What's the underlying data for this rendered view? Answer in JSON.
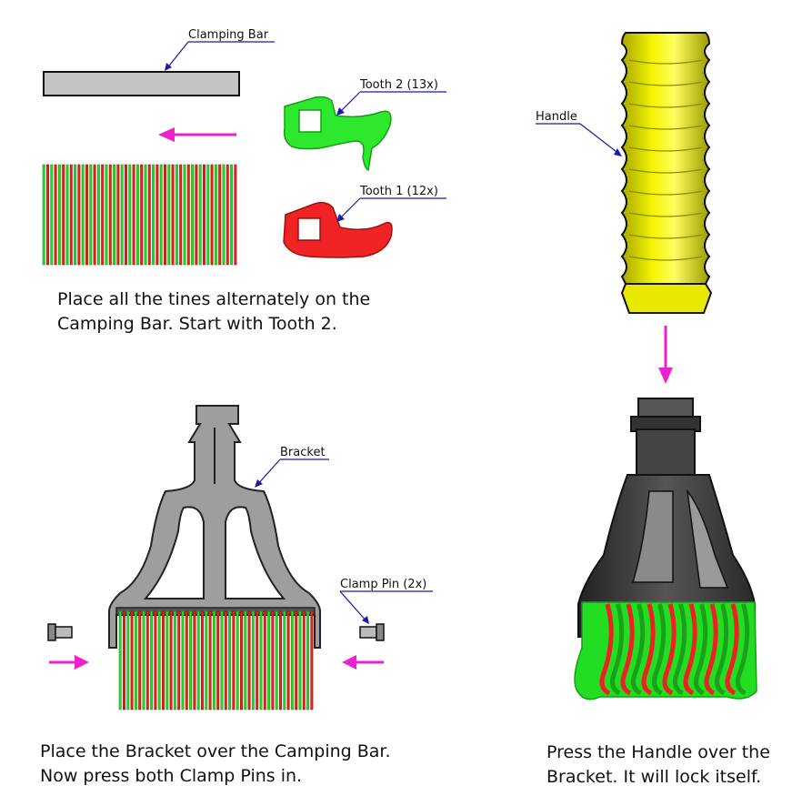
{
  "labels": {
    "clamping_bar": "Clamping Bar",
    "tooth2": "Tooth 2 (13x)",
    "tooth1": "Tooth 1 (12x)",
    "handle": "Handle",
    "bracket": "Bracket",
    "clamp_pin": "Clamp Pin (2x)"
  },
  "steps": [
    {
      "lines": [
        "Place all the tines alternately on the",
        "Camping Bar. Start with Tooth 2."
      ]
    },
    {
      "lines": [
        "Place the Bracket over the Camping Bar.",
        "Now press both Clamp Pins in."
      ]
    },
    {
      "lines": [
        "Press the Handle over the",
        "Bracket. It will lock itself."
      ]
    }
  ],
  "colors": {
    "tooth1": "#ee2020",
    "tooth2": "#22dd22",
    "arrow": "#ee22cc",
    "leader": "#1a1aa8",
    "handle": "#e6e600",
    "bracket": "#9a9a9a",
    "bracket_dark": "#3a3a3a",
    "bar": "#c4c4c4"
  }
}
